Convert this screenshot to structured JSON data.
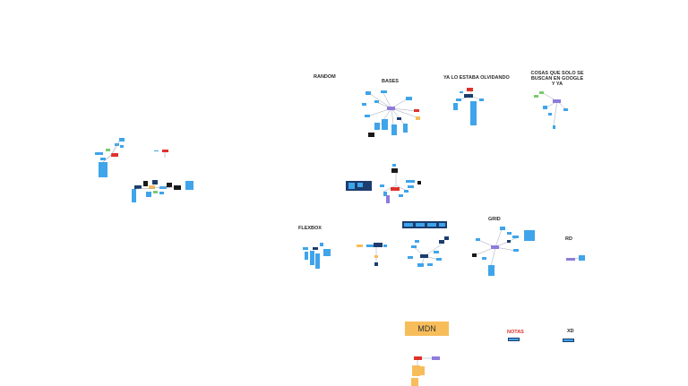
{
  "canvas": {
    "labels": {
      "random": "RANDOM",
      "bases": "BASES",
      "olvidando": "YA LO ESTABA OLVIDANDO",
      "cosas": "COSAS QUE SOLO SE BUSCAN EN GOOGLE Y YA",
      "flexbox": "FLEXBOX",
      "grid": "GRID",
      "rd": "RD",
      "mdn": "MDN",
      "notas": "NOTAS",
      "xd": "XD"
    },
    "colors": {
      "node_blue": "#3fa4ea",
      "node_dark": "#1c3d6e",
      "node_red": "#e0312b",
      "node_green": "#7bc96f",
      "node_orange": "#f7bd5a",
      "node_purple": "#8e7bdc",
      "node_black": "#1a1a1a",
      "line": "#9aa4b4"
    }
  }
}
